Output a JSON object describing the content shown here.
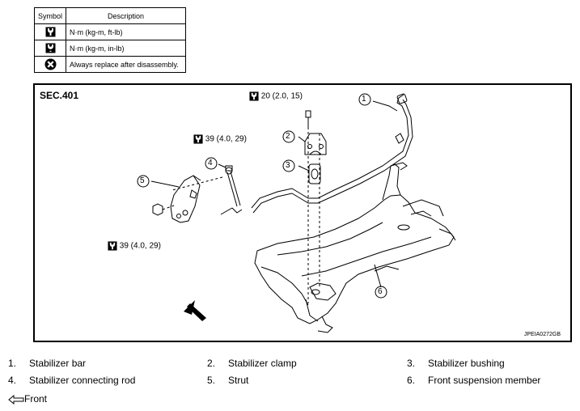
{
  "legend": {
    "header": {
      "symbol": "Symbol",
      "description": "Description"
    },
    "rows": [
      {
        "icon": "torque-wrench-icon",
        "description": "N·m (kg-m, ft-lb)"
      },
      {
        "icon": "torque-wrench-inlb-icon",
        "description": "N·m (kg-m, in-lb)"
      },
      {
        "icon": "replace-part-icon",
        "description": "Always replace after disassembly."
      }
    ]
  },
  "figure": {
    "section": "SEC.401",
    "code": "JPEIA0272GB",
    "torques": [
      "20 (2.0, 15)",
      "39 (4.0, 29)",
      "39 (4.0, 29)"
    ],
    "callouts": [
      "1",
      "2",
      "3",
      "4",
      "5",
      "6"
    ]
  },
  "parts": [
    {
      "num": "1.",
      "label": "Stabilizer bar"
    },
    {
      "num": "2.",
      "label": "Stabilizer clamp"
    },
    {
      "num": "3.",
      "label": "Stabilizer bushing"
    },
    {
      "num": "4.",
      "label": "Stabilizer connecting rod"
    },
    {
      "num": "5.",
      "label": "Strut"
    },
    {
      "num": "6.",
      "label": "Front suspension member"
    }
  ],
  "front_label": "Front"
}
